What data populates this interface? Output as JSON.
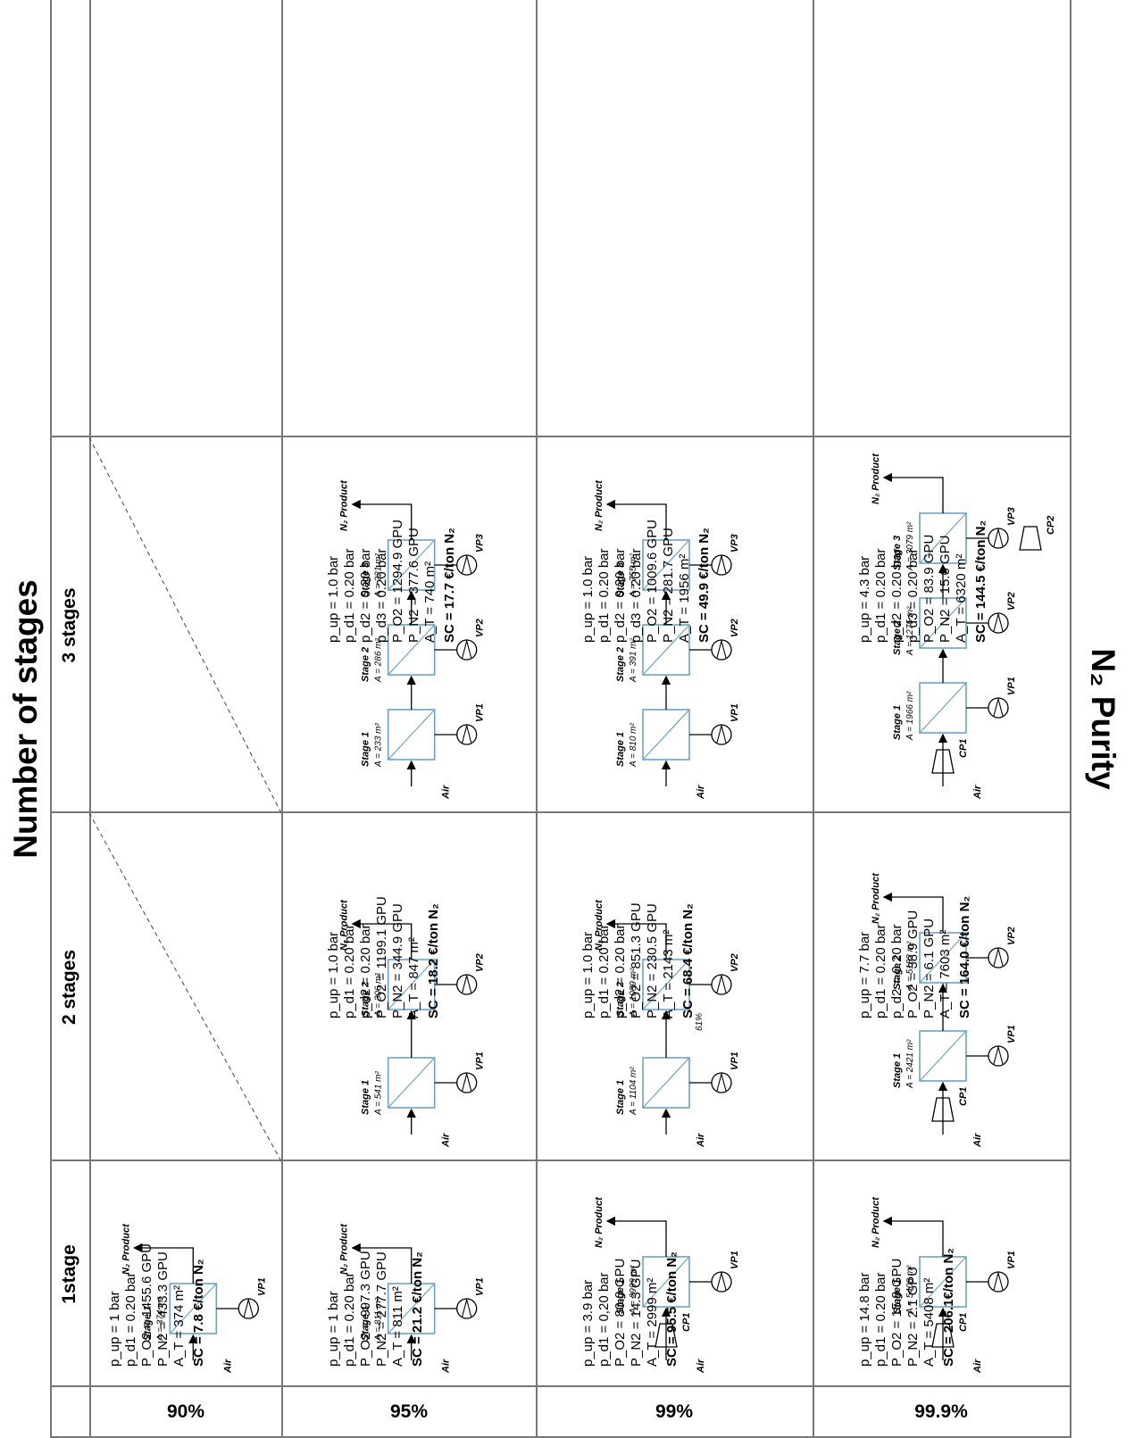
{
  "title": "Number of stages",
  "y_axis_title": "N₂ Purity",
  "columns": [
    "1stage",
    "2 stages",
    "3 stages"
  ],
  "rows": [
    "90%",
    "95%",
    "99%",
    "99.9%"
  ],
  "labels": {
    "air": "Air",
    "product": "N₂ Product",
    "stage1": "Stage 1",
    "stage2": "Stage 2",
    "stage3": "Stage 3",
    "vp1": "VP1",
    "vp2": "VP2",
    "vp3": "VP3",
    "cp1": "CP1",
    "cp2": "CP2",
    "split61": "61%"
  },
  "cells": {
    "r90c1": {
      "areas": [
        "A = 374 m²"
      ],
      "params": [
        "p_up = 1 bar",
        "p_d1 = 0.20 bar",
        "P_O2 = 1455.6 GPU",
        "P_N2 = 433.3 GPU",
        "A_T = 374 m²"
      ],
      "sc": "SC = 7.8 €/ton N₂"
    },
    "r95c1": {
      "areas": [
        "A = 811 m²"
      ],
      "params": [
        "p_up = 1 bar",
        "p_d1 = 0.20 bar",
        "P_O2 = 997.3 GPU",
        "P_N2 = 277.7 GPU",
        "A_T = 811 m²"
      ],
      "sc": "SC = 21.2 €/ton N₂"
    },
    "r95c2": {
      "areas": [
        "A = 541 m²",
        "A = 306 m²"
      ],
      "params": [
        "p_up = 1.0 bar",
        "p_d1 = 0.20 bar",
        "p_d2 = 0.20 bar",
        "P_O2 = 1199.1 GPU",
        "P_N2 = 344.9 GPU",
        "A_T = 847 m²"
      ],
      "sc": "SC = 18.2 €/ton N₂"
    },
    "r95c3": {
      "areas": [
        "A = 233 m²",
        "A = 286 m²",
        "A = 221 m²"
      ],
      "params": [
        "p_up = 1.0 bar",
        "p_d1 = 0.20 bar",
        "p_d2 = 0.20 bar",
        "p_d3 = 0.20 bar",
        "P_O2 = 1294.9 GPU",
        "P_N2 = 377.6 GPU",
        "A_T = 740 m²"
      ],
      "sc": "SC = 17.7 €/ton N₂"
    },
    "r99c1": {
      "areas": [
        "A = 2999 m²"
      ],
      "params": [
        "p_up = 3.9 bar",
        "p_d1 = 0,20 bar",
        "P_O2 = 80.0 GPU",
        "P_N2 = 14.3 GPU",
        "A_T = 2999 m²"
      ],
      "sc": "SC = 95.5 €/ton N₂"
    },
    "r99c2": {
      "areas": [
        "A = 1104 m²",
        "A = 1039 m²"
      ],
      "params": [
        "p_up = 1.0 bar",
        "p_d1 = 0.20 bar",
        "p_d2 = 0.20 bar",
        "P_O2 = 851.3 GPU",
        "P_N2 = 230.5 GPU",
        "A_T = 2143 m²"
      ],
      "sc": "SC = 68.4 €/ton N₂"
    },
    "r99c3": {
      "areas": [
        "A = 810 m²",
        "A = 391 m²",
        "A = 755 m²"
      ],
      "params": [
        "p_up = 1.0 bar",
        "p_d1 = 0.20 bar",
        "p_d2 = 0.20 bar",
        "p_d3 = 0.20 bar",
        "P_O2 = 1009.6 GPU",
        "P_N2 = 281.7 GPU",
        "A_T = 1956 m²"
      ],
      "sc": "SC = 49.9 €/ton N₂"
    },
    "r999c1": {
      "areas": [
        "A = 5408 m²"
      ],
      "params": [
        "p_up = 14.8 bar",
        "p_d1 = 0.20 bar",
        "P_O2 = 15.9 GPU",
        "P_N2 = 2.1 GPU",
        "A_T = 5408 m²"
      ],
      "sc": "SC = 206.1€/ton N₂"
    },
    "r999c2": {
      "areas": [
        "A = 2421 m²",
        "A = 5182 m²"
      ],
      "params": [
        "p_up = 7.7 bar",
        "p_d1 = 0.20 bar",
        "p_d2 = 0.20 bar",
        "P_O2 = 38.9 GPU",
        "P_N2 = 6.1 GPU",
        "A_T = 7603 m²"
      ],
      "sc": "SC = 164.0 €/ton N₂"
    },
    "r999c3": {
      "areas": [
        "A = 1966 m²",
        "A = 1275 m²",
        "A = 3079 m²"
      ],
      "params": [
        "p_up = 4.3 bar",
        "p_d1 = 0.20 bar",
        "p_d2 = 0.20 bar",
        "p_d3 = 0.20 bar",
        "P_O2 = 83.9 GPU",
        "P_N2 = 15.0 GPU",
        "A_T = 6320 m²"
      ],
      "sc": "SC = 144.5 €/ton N₂"
    }
  }
}
